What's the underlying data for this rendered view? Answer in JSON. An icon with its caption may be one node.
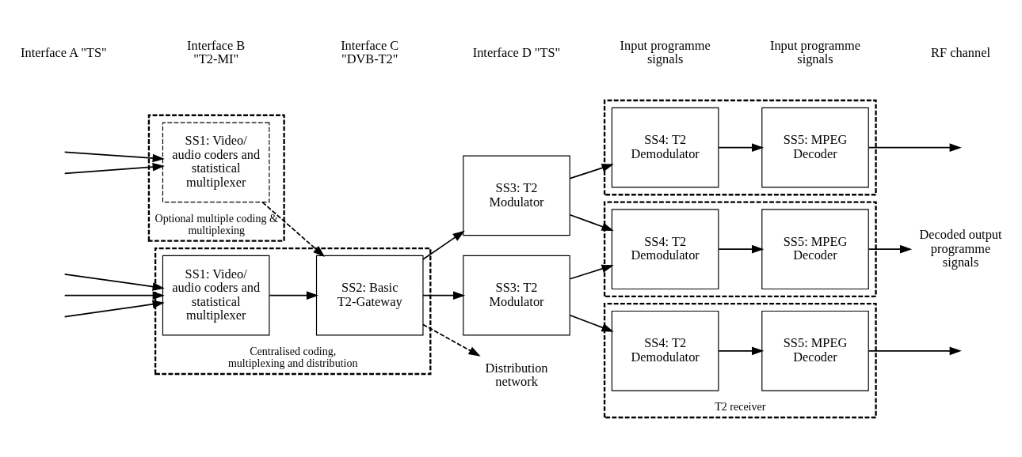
{
  "diagram": {
    "nodes": [
      {
        "text": [
          "Centralised coding, multiplexing and distribution"
        ]
      },
      {
        "text": [
          "SS1: Video/ audio coders and statistical multiplexer"
        ],
        "in": 0
      },
      {
        "text": [
          "SS2: Basic T2-Gateway"
        ],
        "in": 0
      },
      {
        "text": [
          "Optional multiple coding & multiplexing"
        ]
      },
      {
        "text": [
          "SS1: Video/ audio coders and statistical multiplexer"
        ],
        "in": 3
      },
      {
        "text": [
          "SS3: T2 Modulator"
        ]
      },
      {
        "text": [
          "SS3: T2 Modulator"
        ]
      },
      {
        "text": [
          "Distribution network"
        ]
      },
      {
        "text": [],
        "shape": "box"
      },
      {
        "text": [
          "SS4: T2 Demodulator"
        ],
        "in": 8
      },
      {
        "text": [
          "SS5: MPEG Decoder"
        ],
        "in": 8
      },
      {
        "text": [],
        "shape": "box"
      },
      {
        "text": [
          "SS4: T2 Demodulator"
        ],
        "in": 11
      },
      {
        "text": [
          "SS5: MPEG Decoder"
        ],
        "in": 11
      },
      {
        "text": [
          "Decoded output programme signals"
        ]
      },
      {
        "text": [
          "T2 receiver"
        ]
      },
      {
        "text": [
          "SS4: T2 Demodulator"
        ],
        "in": 15
      },
      {
        "text": [
          "SS5: MPEG Decoder"
        ],
        "in": 15
      }
    ],
    "edges": [
      {
        "from": null,
        "to": 1,
        "arrow": "to"
      },
      {
        "from": null,
        "to": 1,
        "arrow": "to"
      },
      {
        "from": null,
        "to": 1,
        "arrow": "to"
      },
      {
        "from": 1,
        "to": 2,
        "arrow": "to"
      },
      {
        "from": null,
        "to": 4,
        "arrow": "to"
      },
      {
        "from": null,
        "to": 4,
        "arrow": "to"
      },
      {
        "from": 4,
        "to": 2,
        "arrow": "to",
        "style": "dashed"
      },
      {
        "from": 2,
        "to": 5,
        "arrow": "to"
      },
      {
        "from": 2,
        "to": 6,
        "arrow": "to"
      },
      {
        "from": 2,
        "to": 7,
        "arrow": "to",
        "style": "dashed"
      },
      {
        "from": 5,
        "to": 9,
        "arrow": "to"
      },
      {
        "from": 5,
        "to": 12,
        "arrow": "to"
      },
      {
        "from": 6,
        "to": 12,
        "arrow": "to"
      },
      {
        "from": 6,
        "to": 16,
        "arrow": "to"
      },
      {
        "from": 9,
        "to": 10,
        "arrow": "to"
      },
      {
        "from": 12,
        "to": 13,
        "arrow": "to"
      },
      {
        "from": 16,
        "to": 17,
        "arrow": "to"
      },
      {
        "from": 10,
        "to": null,
        "arrow": "to"
      },
      {
        "from": 13,
        "to": 14,
        "arrow": "to"
      },
      {
        "from": 17,
        "to": null,
        "arrow": "to"
      }
    ],
    "labels": [
      "Interface A \"TS\"",
      "Interface B \"T2-MI\"",
      "Interface C \"DVB-T2\"",
      "Interface D \"TS\"",
      "Input programme signals",
      "Input programme signals",
      "RF channel"
    ]
  }
}
